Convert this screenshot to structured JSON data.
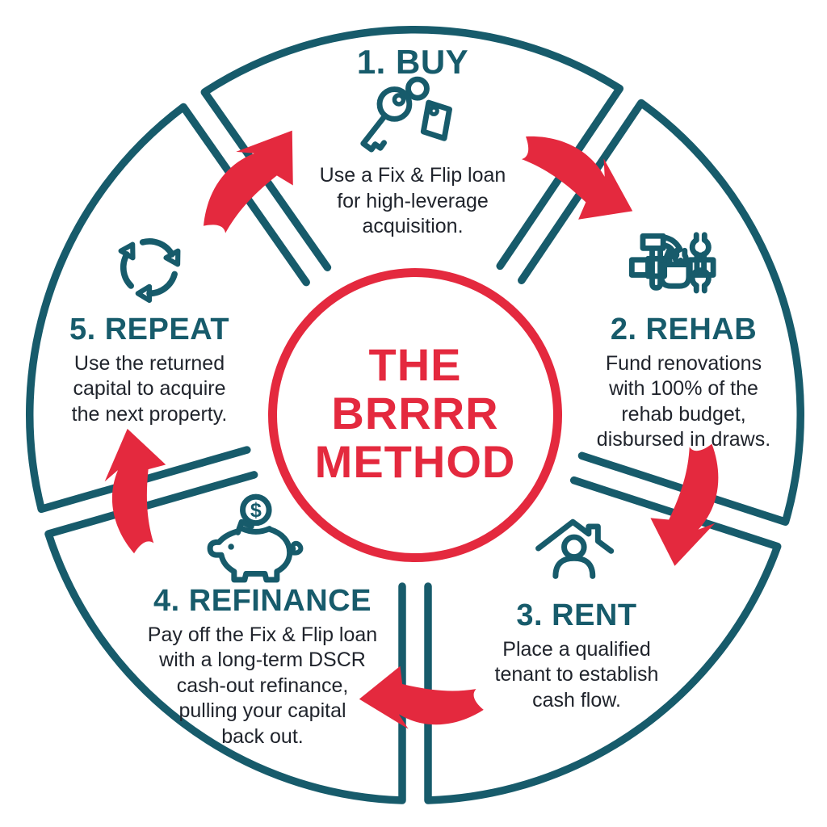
{
  "center": {
    "title": "THE\nBRRRR\nMETHOD"
  },
  "steps": [
    {
      "id": "buy",
      "label": "1. BUY",
      "icon": "key-and-tag",
      "description": "Use a Fix & Flip loan\nfor high-leverage\nacquisition."
    },
    {
      "id": "rehab",
      "label": "2. REHAB",
      "icon": "tool-belt",
      "description": "Fund renovations\nwith 100% of the\nrehab budget,\ndisbursed in draws."
    },
    {
      "id": "rent",
      "label": "3. RENT",
      "icon": "house-person",
      "description": "Place a qualified\ntenant to establish\ncash flow."
    },
    {
      "id": "refinance",
      "label": "4. REFINANCE",
      "icon": "piggy-bank",
      "description": "Pay off the Fix & Flip loan\nwith a long-term DSCR\ncash-out refinance,\npulling your capital\nback out."
    },
    {
      "id": "repeat",
      "label": "5. REPEAT",
      "icon": "recycle-arrows",
      "description": "Use the returned\ncapital to acquire\nthe next property."
    }
  ],
  "icons": {
    "coin_symbol": "$"
  },
  "colors": {
    "teal": "#175b6b",
    "red": "#e4293e",
    "body_text": "#20242c",
    "background": "#ffffff"
  }
}
